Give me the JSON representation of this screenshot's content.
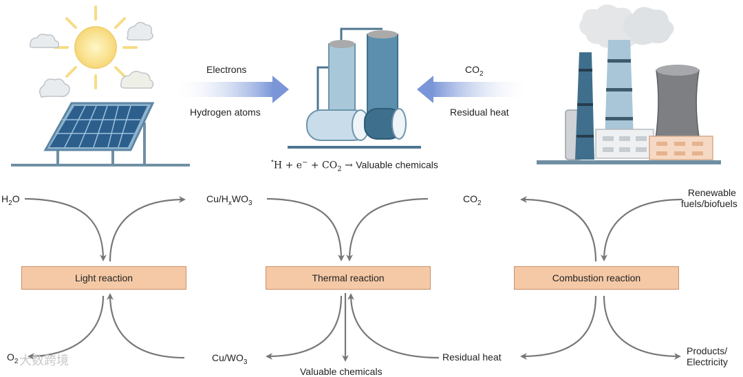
{
  "top_labels": {
    "electrons": "Electrons",
    "hydrogen_atoms": "Hydrogen atoms",
    "co2_text": "CO",
    "co2_sub": "2",
    "residual_heat": "Residual heat",
    "equation": {
      "star": "*",
      "lhs": "H + e",
      "minus_sup": "−",
      "plus_co": " + CO",
      "sub2": "2",
      "arrow": " → ",
      "rhs": "Valuable chemicals"
    }
  },
  "boxes": {
    "light": "Light reaction",
    "thermal": "Thermal reaction",
    "combustion": "Combustion reaction"
  },
  "cycle_labels": {
    "h2o_h": "H",
    "h2o_sub": "2",
    "h2o_o": "O",
    "o2_o": "O",
    "o2_sub": "2",
    "cuhxwo3_a": "Cu/H",
    "cuhxwo3_x": "x",
    "cuhxwo3_b": "WO",
    "cuhxwo3_3": "3",
    "cuwo3_a": "Cu/WO",
    "cuwo3_3": "3",
    "valuable_chemicals": "Valuable chemicals",
    "co2_a": "CO",
    "co2_sub": "2",
    "residual_heat": "Residual heat",
    "renewable_1": "Renewable",
    "renewable_2": "fuels/biofuels",
    "products_1": "Products/",
    "products_2": "Electricity"
  },
  "watermark": "大数跨境",
  "colors": {
    "box_fill": "#f5c9a6",
    "arrow_gray": "#777777",
    "flow_arrow": "#6f8fd6"
  }
}
